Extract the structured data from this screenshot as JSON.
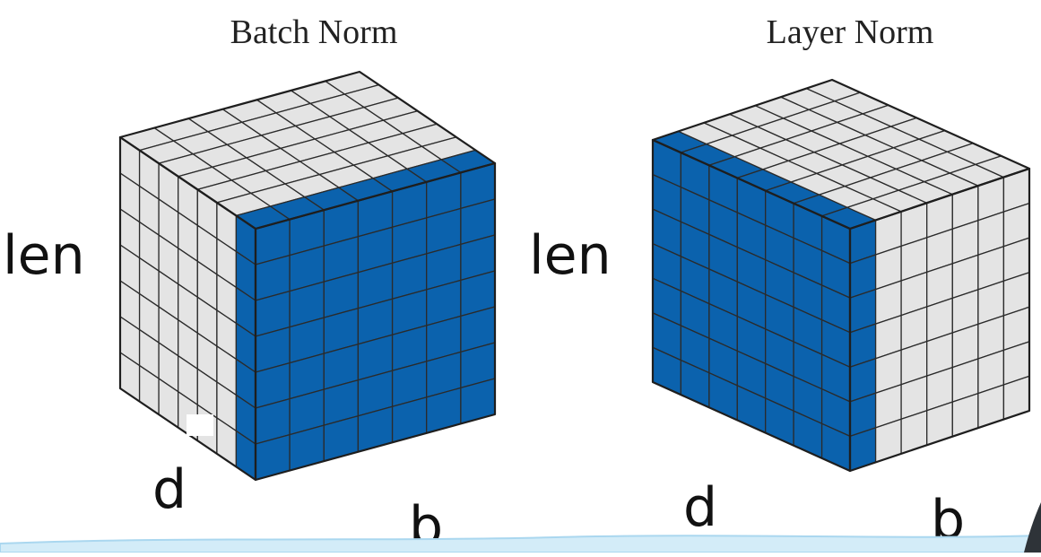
{
  "colors": {
    "background": "#ffffff",
    "cell_gray": "#e4e4e4",
    "cell_blue": "#0b62ad",
    "grid_line": "#2b2b2b",
    "bottom_band": "#d3ecf8",
    "bottom_band_edge": "#aad7ef",
    "corner_shape": "#2e3338"
  },
  "grid": {
    "rows": 7,
    "cols": 7,
    "depth": 7
  },
  "diagrams": [
    {
      "id": "batch-norm",
      "title": "Batch Norm",
      "len_label": "len",
      "d_label": "d",
      "b_label": "b",
      "highlight": "front-face",
      "highlight_depth": 1
    },
    {
      "id": "layer-norm",
      "title": "Layer Norm",
      "len_label": "len",
      "d_label": "d",
      "b_label": "b",
      "highlight": "left-face",
      "highlight_depth": 1
    }
  ]
}
